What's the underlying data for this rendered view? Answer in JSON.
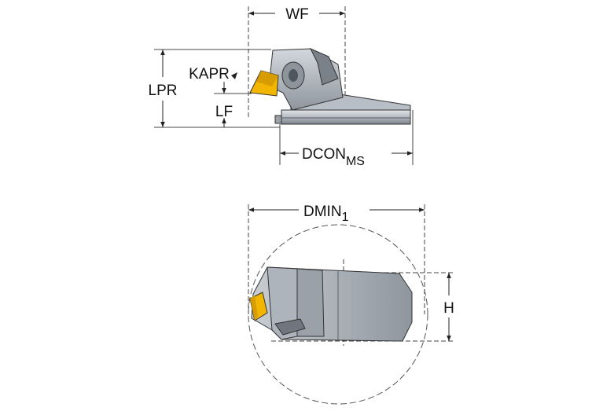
{
  "top_view": {
    "labels": {
      "wf": "WF",
      "lpr": "LPR",
      "kapr": "KAPR",
      "lf": "LF",
      "dcon": "DCON",
      "dcon_sub": "MS"
    }
  },
  "bottom_view": {
    "labels": {
      "dmin": "DMIN",
      "dmin_sub": "1",
      "h": "H"
    }
  },
  "colors": {
    "insert": "#f2b600",
    "body_light": "#c9ced4",
    "body_mid": "#9aa1a9",
    "body_dark": "#6f767e",
    "line": "#222222"
  }
}
